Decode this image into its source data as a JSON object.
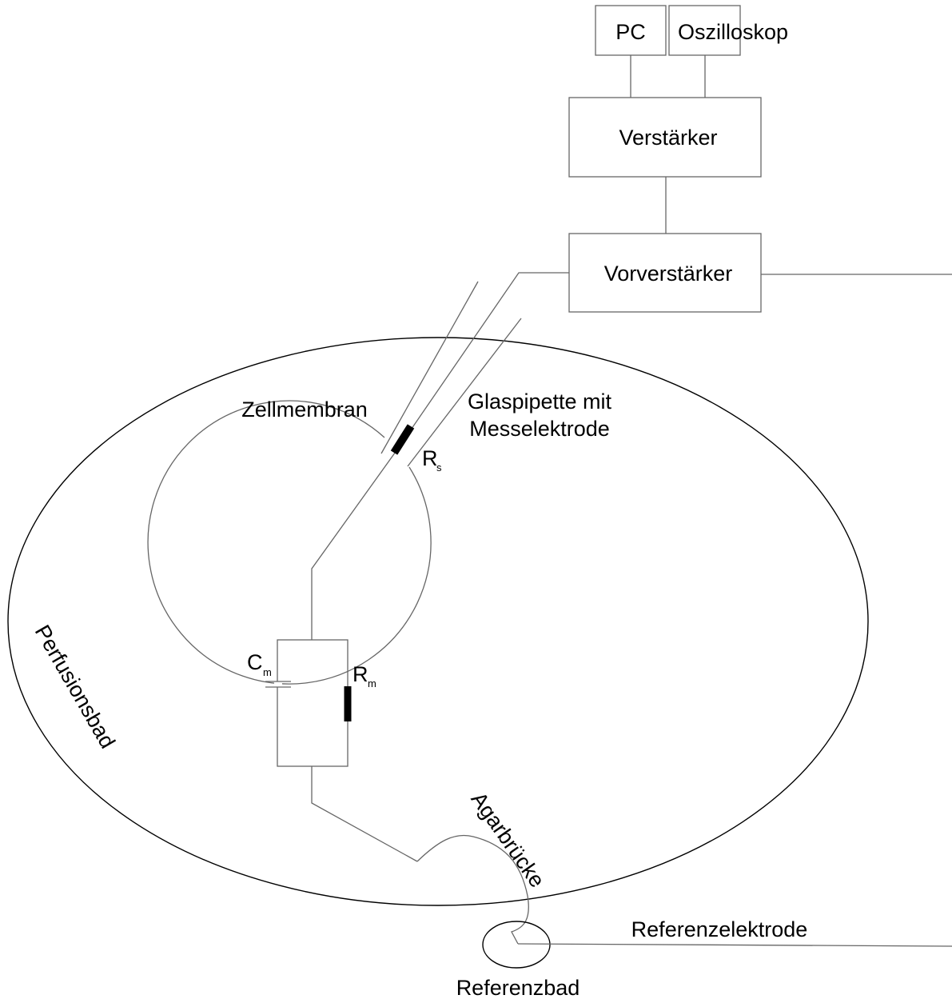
{
  "diagram": {
    "boxes": {
      "pc": "PC",
      "oscilloscope": "Oszilloskop",
      "amplifier": "Verstärker",
      "preamplifier": "Vorverstärker"
    },
    "labels": {
      "cell_membrane": "Zellmembran",
      "pipette_line1": "Glaspipette mit",
      "pipette_line2": "Messelektrode",
      "perfusion_bath": "Perfusionsbad",
      "agar_bridge": "Agarbrücke",
      "reference_electrode": "Referenzelektrode",
      "reference_bath": "Referenzbad"
    },
    "symbols": {
      "rs_main": "R",
      "rs_sub": "s",
      "cm_main": "C",
      "cm_sub": "m",
      "rm_main": "R",
      "rm_sub": "m"
    },
    "colors": {
      "line": "#666666",
      "outline": "#000000",
      "resistor": "#000000"
    }
  }
}
